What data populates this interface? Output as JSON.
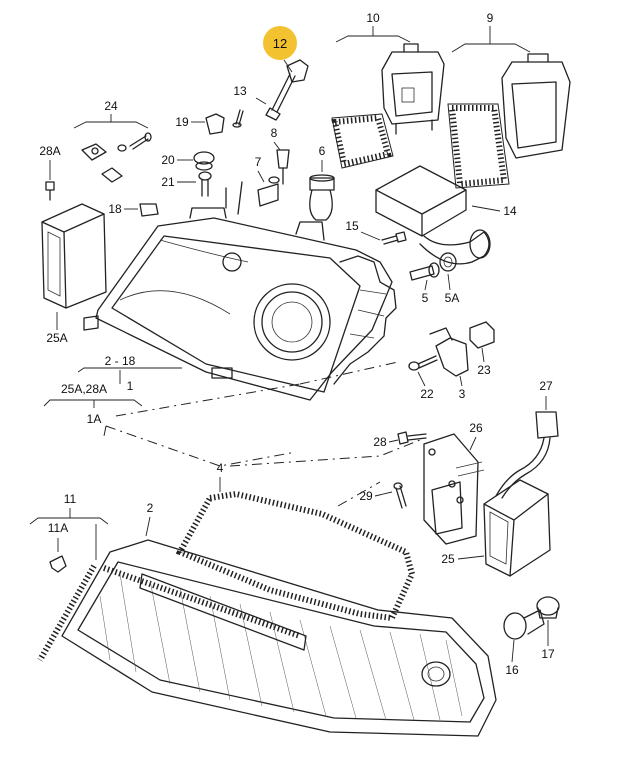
{
  "highlight_color": "#F2C230",
  "callouts": {
    "c12": "12",
    "c10": "10",
    "c9": "9",
    "c13": "13",
    "c24": "24",
    "c19": "19",
    "c8": "8",
    "c28a": "28A",
    "c20": "20",
    "c7": "7",
    "c6": "6",
    "c21": "21",
    "c18": "18",
    "c14": "14",
    "c15": "15",
    "c25a": "25A",
    "c5": "5",
    "c5a": "5A",
    "c2_18": "2 - 18",
    "c1": "1",
    "c25a28a": "25A,28A",
    "c1a": "1A",
    "c22": "22",
    "c3": "3",
    "c23": "23",
    "c27": "27",
    "c28": "28",
    "c26": "26",
    "c4": "4",
    "c29": "29",
    "c11": "11",
    "c11a": "11A",
    "c2": "2",
    "c25": "25",
    "c16": "16",
    "c17": "17"
  }
}
